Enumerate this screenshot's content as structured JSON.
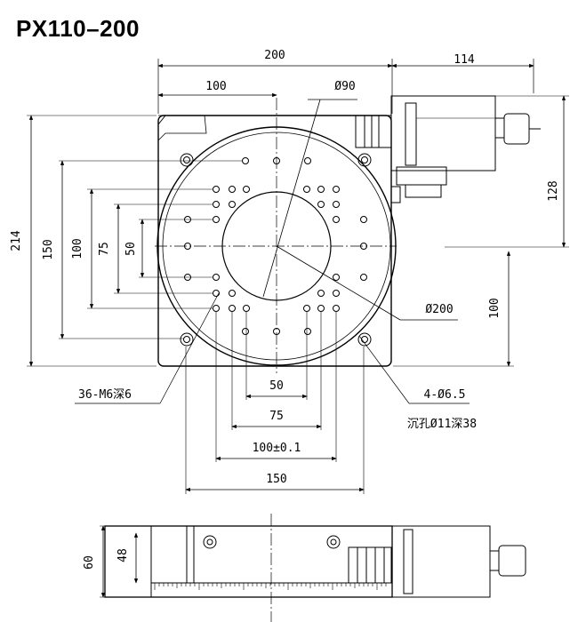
{
  "title": "PX110–200",
  "top_view": {
    "dims": {
      "overall_width": "200",
      "motor_extension": "114",
      "half_width": "100",
      "bore_diameter": "Ø90",
      "overall_depth": "214",
      "outer_pattern": "150",
      "mid_pattern": "100",
      "inner_pattern": "75",
      "min_pattern": "50",
      "motor_height": "128",
      "center_to_edge": "100",
      "table_diameter": "Ø200",
      "bottom_50": "50",
      "bottom_75": "75",
      "bottom_100": "100±0.1",
      "bottom_150": "150"
    },
    "callouts": {
      "tapped_holes": "36-M6深6",
      "mount_holes": "4-Ø6.5",
      "counterbore": "沉孔Ø11深38"
    }
  },
  "side_view": {
    "dims": {
      "height": "60",
      "table_height": "48"
    }
  }
}
